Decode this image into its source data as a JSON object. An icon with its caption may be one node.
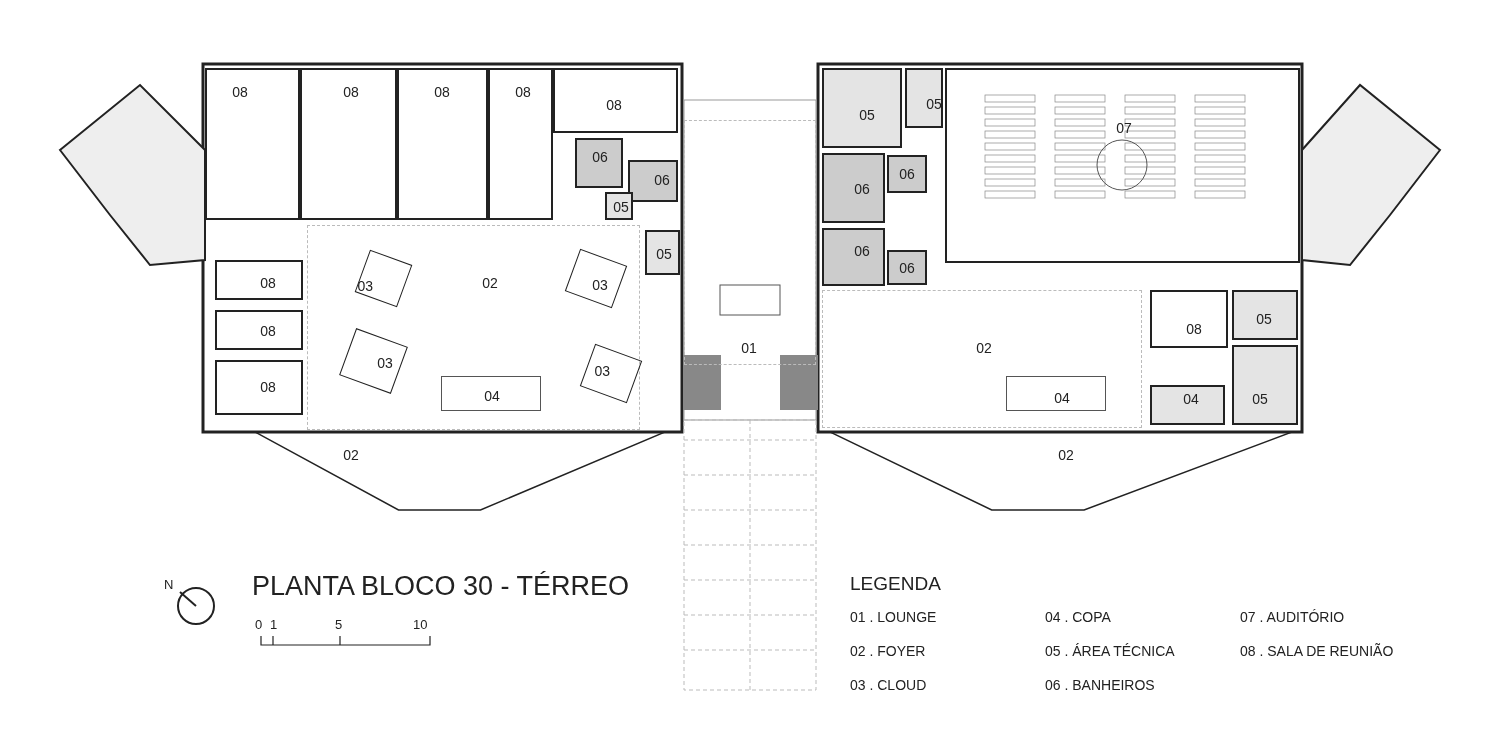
{
  "diagram": {
    "title": "PLANTA BLOCO 30 - TÉRREO",
    "nodes": [
      {
        "text": [
          "08"
        ]
      },
      {
        "text": [
          "08"
        ]
      },
      {
        "text": [
          "08"
        ]
      },
      {
        "text": [
          "08"
        ]
      },
      {
        "text": [
          "08"
        ]
      },
      {
        "text": [
          "05"
        ]
      },
      {
        "text": [
          "05"
        ]
      },
      {
        "text": [
          "07"
        ]
      },
      {
        "text": [
          "06"
        ]
      },
      {
        "text": [
          "06"
        ]
      },
      {
        "text": [
          "06"
        ]
      },
      {
        "text": [
          "06"
        ]
      },
      {
        "text": [
          "05"
        ]
      },
      {
        "text": [
          "06"
        ]
      },
      {
        "text": [
          "06"
        ]
      },
      {
        "text": [
          "05"
        ]
      },
      {
        "text": [
          "08"
        ]
      },
      {
        "text": [
          "02"
        ]
      },
      {
        "text": [
          "03"
        ],
        "in": 17
      },
      {
        "text": [
          "03"
        ],
        "in": 17
      },
      {
        "text": [
          "08"
        ]
      },
      {
        "text": [
          "08"
        ]
      },
      {
        "text": [
          "05"
        ]
      },
      {
        "text": [
          "01"
        ]
      },
      {
        "text": [
          "02"
        ]
      },
      {
        "text": [
          "03"
        ],
        "in": 17
      },
      {
        "text": [
          "08"
        ]
      },
      {
        "text": [
          "03"
        ],
        "in": 17
      },
      {
        "text": [
          "04"
        ],
        "in": 17
      },
      {
        "text": [
          "04"
        ],
        "in": 24
      },
      {
        "text": [
          "04"
        ]
      },
      {
        "text": [
          "05"
        ]
      },
      {
        "text": [
          "02"
        ]
      },
      {
        "text": [
          "02"
        ]
      }
    ],
    "labels": [
      "N",
      "0",
      "1",
      "5",
      "10",
      "LEGENDA"
    ],
    "legend": [
      {
        "text": "01 . LOUNGE"
      },
      {
        "text": "02 . FOYER"
      },
      {
        "text": "03 . CLOUD"
      },
      {
        "text": "04 . COPA"
      },
      {
        "text": "05 . ÁREA TÉCNICA"
      },
      {
        "text": "06 . BANHEIROS"
      },
      {
        "text": "07 . AUDITÓRIO"
      },
      {
        "text": "08 . SALA DE REUNIÃO"
      }
    ]
  }
}
